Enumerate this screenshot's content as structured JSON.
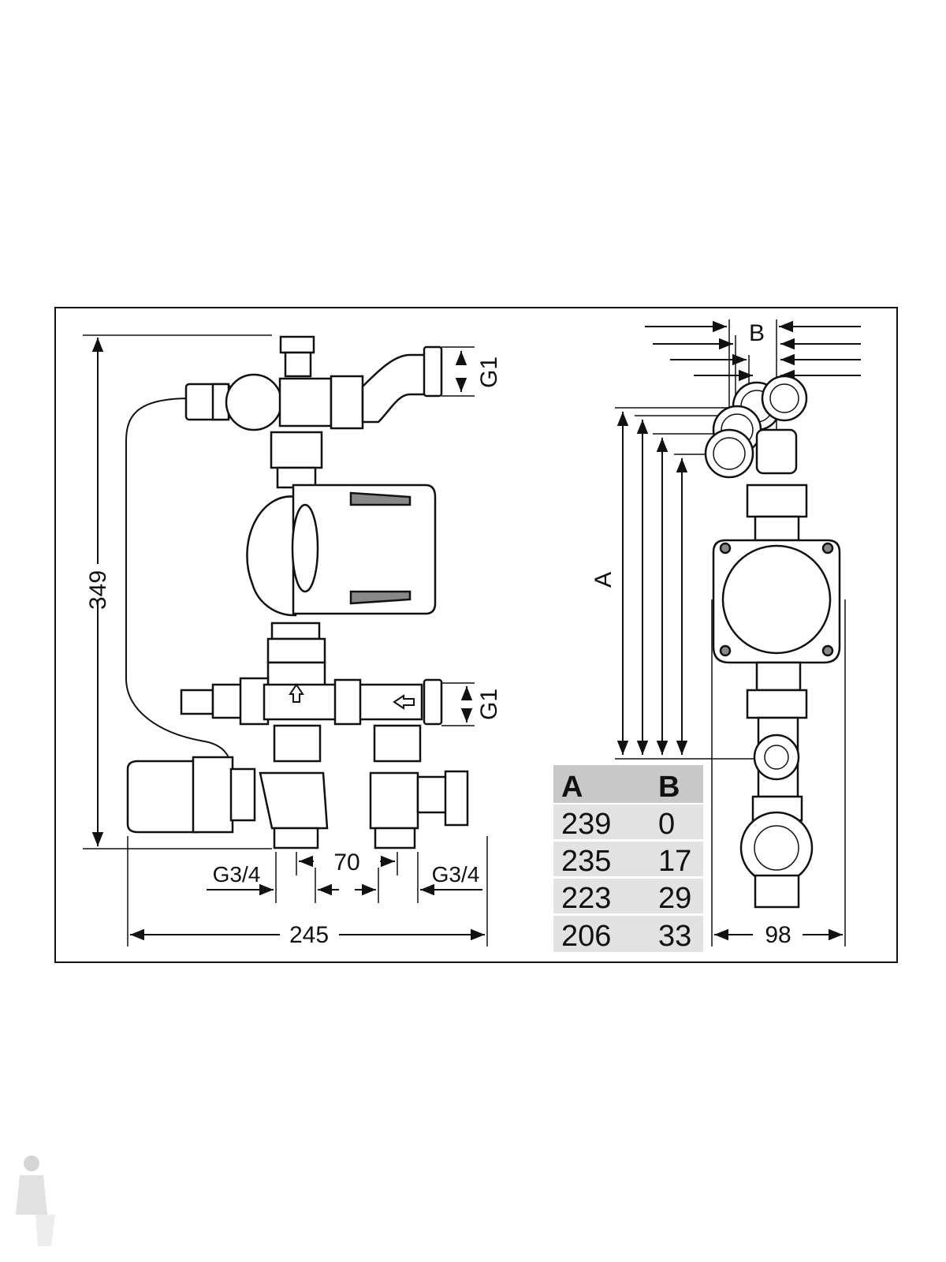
{
  "drawing": {
    "front_view": {
      "height_dim": "349",
      "width_dim": "245",
      "top_thread": "G1",
      "side_thread": "G1",
      "left_outlet_thread": "G3/4",
      "right_outlet_thread": "G3/4",
      "outlet_spacing": "70"
    },
    "side_view": {
      "dim_a_label": "A",
      "dim_b_label": "B",
      "width_dim": "98"
    },
    "table": {
      "headers": [
        "A",
        "B"
      ],
      "rows": [
        [
          "239",
          "0"
        ],
        [
          "235",
          "17"
        ],
        [
          "223",
          "29"
        ],
        [
          "206",
          "33"
        ]
      ]
    }
  },
  "colors": {
    "line": "#111111",
    "table_header": "#c8c8c8",
    "table_row": "#e2e2e2"
  }
}
